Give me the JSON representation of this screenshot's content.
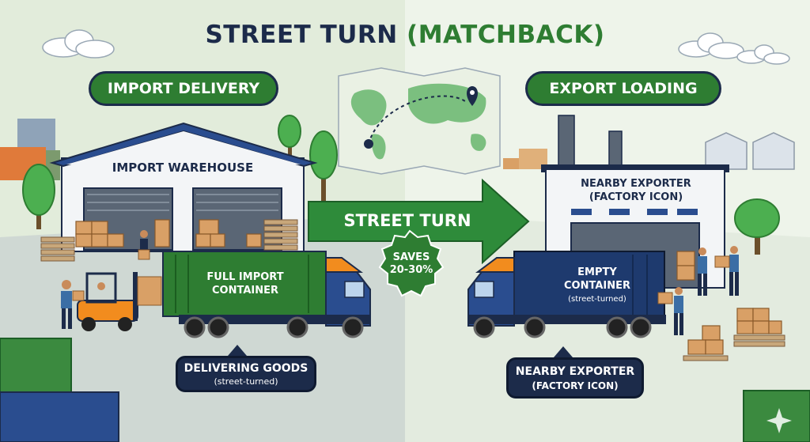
{
  "title": {
    "main": "STREET TURN",
    "accent": "(MATCHBACK)"
  },
  "import_section": {
    "pill_label": "IMPORT DELIVERY",
    "warehouse_label": "IMPORT WAREHOUSE"
  },
  "export_section": {
    "pill_label": "EXPORT LOADING",
    "factory_label_line1": "NEARBY EXPORTER",
    "factory_label_line2": "(FACTORY ICON)"
  },
  "street_turn_arrow": {
    "label": "STREET TURN"
  },
  "savings_badge": {
    "line1": "SAVES",
    "line2": "20-30%"
  },
  "import_container": {
    "line1": "FULL IMPORT",
    "line2": "CONTAINER"
  },
  "export_container": {
    "line1": "EMPTY",
    "line2": "CONTAINER",
    "sub": "(street-turned)"
  },
  "import_callout": {
    "line1": "DELIVERING GOODS",
    "line2": "(street-turned)"
  },
  "export_callout": {
    "line1": "NEARBY EXPORTER",
    "line2": "(FACTORY ICON)"
  },
  "colors": {
    "green": "#2e7d32",
    "navy": "#1c2b4a",
    "orange": "#f28c1e",
    "truck_blue": "#2a4d8f"
  },
  "icons": [
    "cloud-icon",
    "world-map-icon",
    "location-pin-icon",
    "forklift-icon",
    "truck-icon",
    "worker-icon",
    "box-icon",
    "tree-icon",
    "factory-icon",
    "warehouse-icon",
    "sparkle-icon"
  ]
}
